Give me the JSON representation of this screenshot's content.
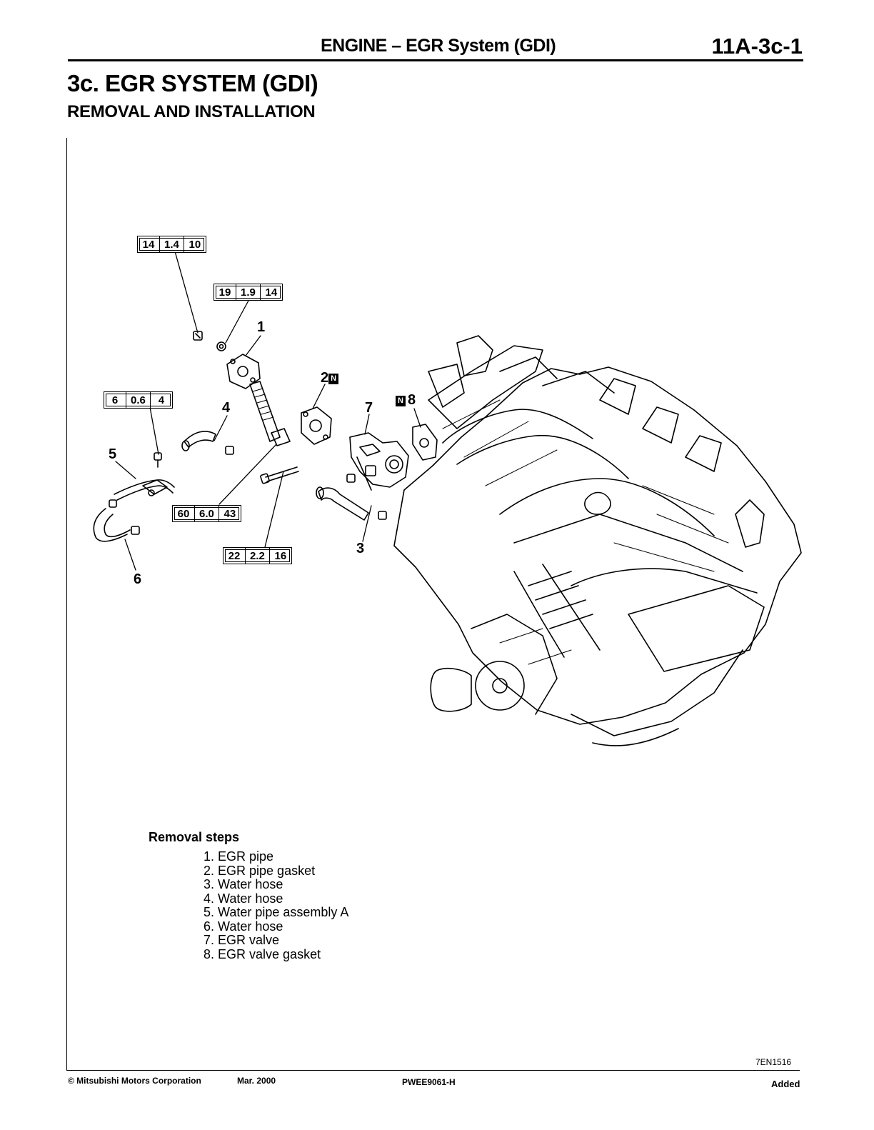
{
  "header": {
    "title": "ENGINE – EGR System (GDI)",
    "page_code": "11A-3c-1"
  },
  "section": {
    "title": "3c. EGR SYSTEM (GDI)",
    "subtitle": "REMOVAL AND INSTALLATION"
  },
  "diagram": {
    "torque_specs": [
      [
        "14",
        "1.4",
        "10"
      ],
      [
        "19",
        "1.9",
        "14"
      ],
      [
        "6",
        "0.6",
        "4"
      ],
      [
        "60",
        "6.0",
        "43"
      ],
      [
        "22",
        "2.2",
        "16"
      ]
    ],
    "callouts": [
      "1",
      "2",
      "3",
      "4",
      "5",
      "6",
      "7",
      "8"
    ],
    "new_part_mark": "N",
    "figure_code": "7EN1516"
  },
  "removal": {
    "title": "Removal steps",
    "steps": [
      "1. EGR pipe",
      "2. EGR pipe gasket",
      "3. Water hose",
      "4. Water hose",
      "5. Water pipe assembly A",
      "6. Water hose",
      "7. EGR valve",
      "8. EGR valve gasket"
    ]
  },
  "footer": {
    "copyright": "© Mitsubishi Motors Corporation",
    "date": "Mar. 2000",
    "doc_number": "PWEE9061-H",
    "status": "Added"
  }
}
